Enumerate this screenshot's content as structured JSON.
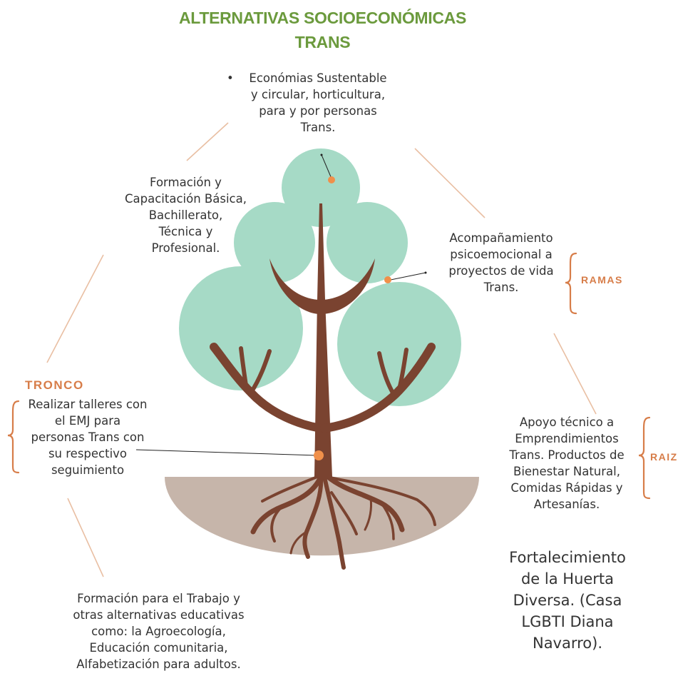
{
  "title": {
    "line1": "ALTERNATIVAS SOCIOECONÓMICAS",
    "line2": "TRANS"
  },
  "labels": {
    "ramas": "RAMAS",
    "tronco": "TRONCO",
    "raiz": "RAIZ"
  },
  "nodes": {
    "economias": "Económias Sustentable\ny circular, horticultura,\npara y por personas\nTrans.",
    "formacion_basica": "Formación y\nCapacitación Básica,\nBachillerato,\nTécnica y\nProfesional.",
    "acompanamiento": "Acompañamiento\npsicoemocional a\nproyectos de vida\nTrans.",
    "talleres": "Realizar talleres con\nel EMJ para\npersonas Trans con\nsu respectivo\nseguimiento",
    "apoyo": "Apoyo técnico a\nEmprendimientos\nTrans. Productos de\nBienestar Natural,\nComidas Rápidas y\nArtesanías.",
    "formacion_trabajo": "Formación para el Trabajo y\notras alternativas educativas\ncomo: la Agroecología,\nEducación comunitaria,\nAlfabetización para adultos.",
    "fortalecimiento": "Fortalecimiento\nde la Huerta\nDiversa. (Casa\nLGBTI Diana\nNavarro)."
  },
  "bullet": "•",
  "colors": {
    "title_green": "#6b9a3d",
    "accent_orange": "#d77d49",
    "canopy": "#a6dac6",
    "trunk": "#7a4330",
    "ground": "#c6b5aa",
    "connector": "#e9bfa3"
  }
}
